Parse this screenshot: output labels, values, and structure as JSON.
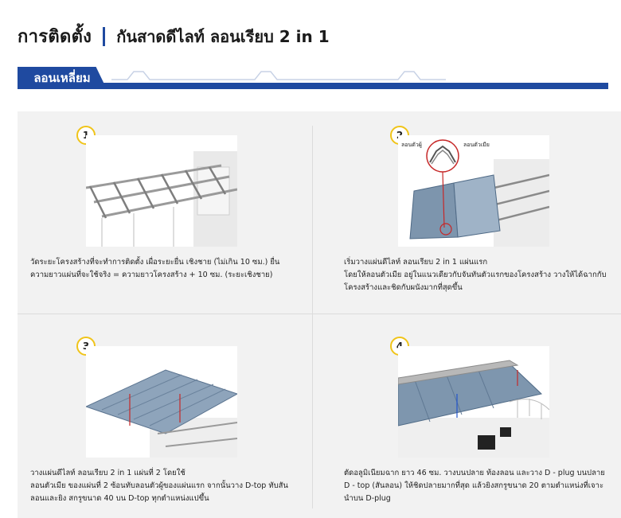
{
  "header": {
    "title": "การติดตั้ง",
    "subtitle": "กันสาดดีไลท์ ลอนเรียบ 2 in 1"
  },
  "banner": {
    "tab_label": "ลอนเหลี่ยม"
  },
  "steps": [
    {
      "number": "1",
      "text_lines": [
        "วัดระยะโครงสร้างที่จะทำการติดตั้ง เผื่อระยะยื่น เชิงชาย (ไม่เกิน 10 ซม.) ยื่น",
        "ความยาวแผ่นที่จะใช้จริง = ความยาวโครงสร้าง + 10 ซม. (ระยะเชิงชาย)"
      ]
    },
    {
      "number": "2",
      "callout_left": "ลอนตัวผู้",
      "callout_right": "ลอนตัวเมีย",
      "text_lines": [
        "เริ่มวางแผ่นดีไลท์ ลอนเรียบ 2 in 1 แผ่นแรก",
        "โดยให้ลอนตัวเมีย อยู่ในแนวเดียวกับจันทันตัวแรกของโครงสร้าง วางให้ได้ฉากกับ",
        "โครงสร้างและชิดกับผนังมากที่สุดขึ้น"
      ]
    },
    {
      "number": "3",
      "text_lines": [
        "วางแผ่นดีไลท์ ลอนเรียบ 2 in 1 แผ่นที่ 2 โดยใช้",
        "ลอนตัวเมีย ของแผ่นที่ 2 ซ้อนทับลอนตัวผู้ของแผ่นแรก จากนั้นวาง D-top ทับสัน",
        "ลอนและยิง สกรูขนาด 40 บน D-top ทุกตำแหน่งแปขึ้น"
      ]
    },
    {
      "number": "4",
      "text_lines": [
        "ตัดอลูมิเนียมฉาก ยาว 46 ซม. วางบนปลาย ท้องลอน และวาง D - plug บนปลาย",
        "D - top (สันลอน) ให้ชิดปลายมากที่สุด แล้วยิงสกรูขนาด 20 ตามตำแหน่งที่เจาะ",
        "นำบน D-plug"
      ]
    }
  ],
  "colors": {
    "brand_blue": "#1f4aa0",
    "badge_yellow": "#f0c419",
    "panel_bg": "#f2f2f2"
  }
}
